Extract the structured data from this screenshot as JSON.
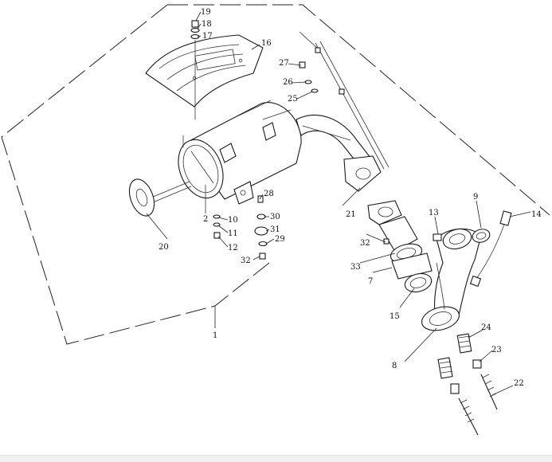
{
  "diagram": {
    "callouts": [
      "19",
      "18",
      "17",
      "16",
      "27",
      "26",
      "25",
      "28",
      "10",
      "11",
      "12",
      "30",
      "31",
      "29",
      "32",
      "2",
      "20",
      "21",
      "9",
      "13",
      "14",
      "33",
      "7",
      "15",
      "8",
      "24",
      "23",
      "22",
      "1"
    ]
  }
}
